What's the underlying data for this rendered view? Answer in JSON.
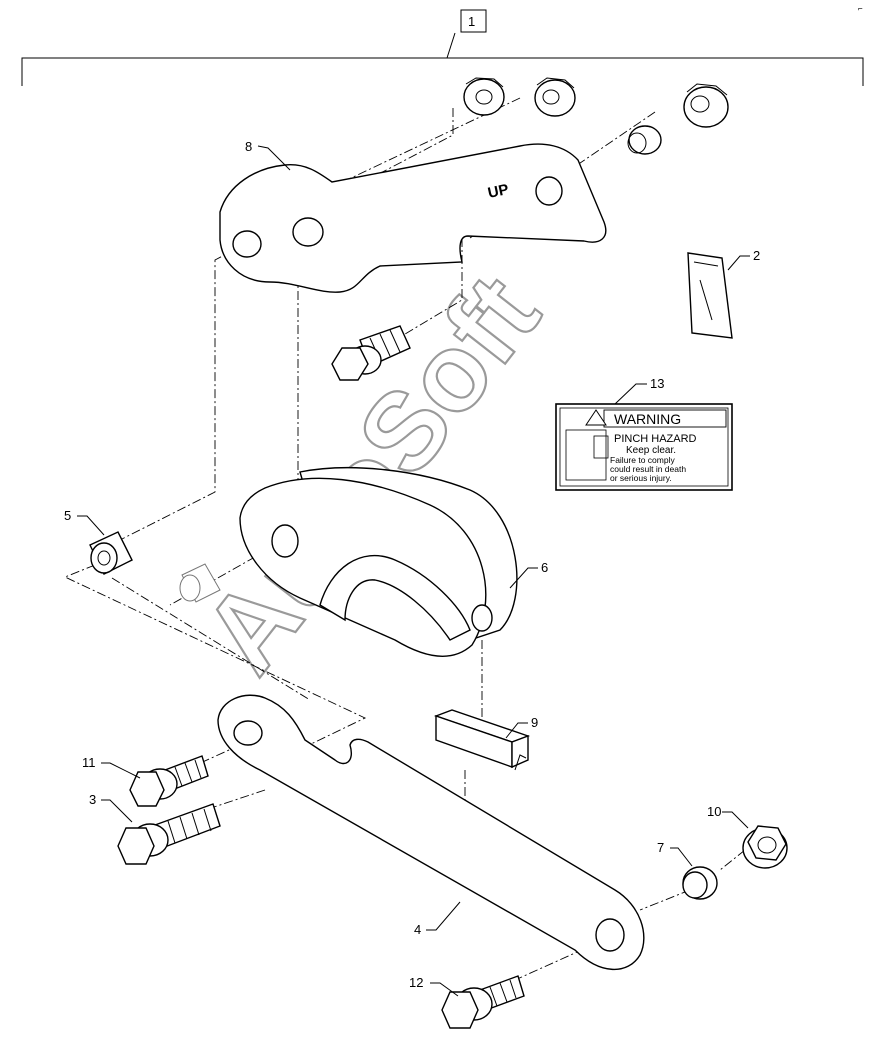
{
  "assembly_label": "1",
  "callouts": {
    "c2": "2",
    "c3": "3",
    "c4": "4",
    "c5": "5",
    "c6": "6",
    "c7": "7",
    "c8": "8",
    "c9": "9",
    "c10": "10",
    "c11": "11",
    "c12": "12",
    "c13": "13"
  },
  "warning_decal": {
    "title": "WARNING",
    "hazard": "PINCH HAZARD",
    "line1": "Keep clear.",
    "line2": "Failure to comply",
    "line3": "could result in death",
    "line4": "or serious injury."
  },
  "plate_marking": "UP",
  "watermark": "AutoSoft"
}
